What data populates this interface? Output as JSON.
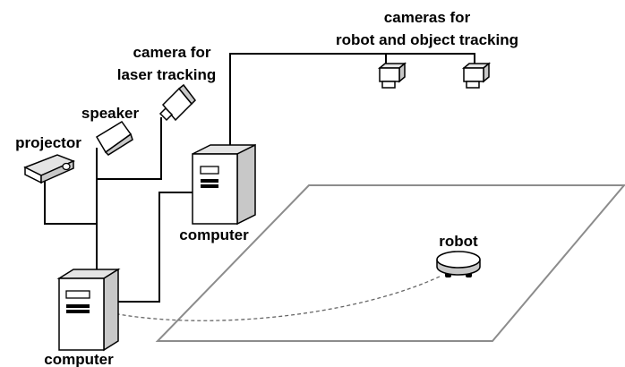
{
  "labels": {
    "cameras_line1": "cameras for",
    "cameras_line2": "robot and object tracking",
    "laser_line1": "camera for",
    "laser_line2": "laser tracking",
    "speaker": "speaker",
    "projector": "projector",
    "computer_upper": "computer",
    "computer_lower": "computer",
    "robot": "robot"
  },
  "colors": {
    "wire": "#000000",
    "floor_outline": "#8c8c8c",
    "device_front": "#ffffff",
    "device_side": "#c8c8c8",
    "device_top": "#e4e4e4",
    "outline": "#000000",
    "text": "#000000"
  },
  "icons": [
    "tracking-camera-icon",
    "laser-tracking-camera-icon",
    "speaker-icon",
    "projector-icon",
    "computer-tower-icon",
    "robot-icon"
  ]
}
